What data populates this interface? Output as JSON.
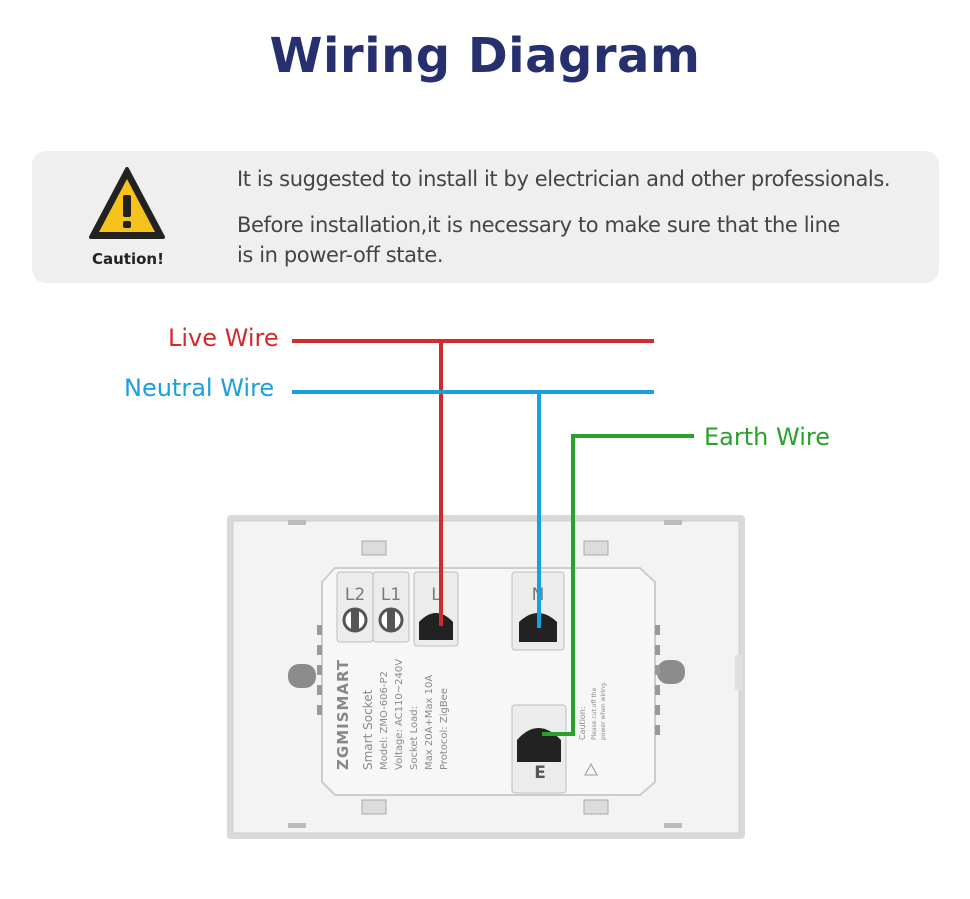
{
  "title": "Wiring Diagram",
  "caution": {
    "label": "Caution!",
    "line1": "It is suggested to install it by electrician and other professionals.",
    "line2": "Before installation,it is necessary to make sure that the line",
    "line3": "is in power-off state."
  },
  "wires": {
    "live": {
      "label": "Live Wire",
      "color": "#d22b2b"
    },
    "neutral": {
      "label": "Neutral Wire",
      "color": "#1aa0dc"
    },
    "earth": {
      "label": "Earth Wire",
      "color": "#2aa12a"
    }
  },
  "socket": {
    "terminals": [
      "L2",
      "L1",
      "L",
      "N",
      "E"
    ],
    "brand": "ZGMISMART",
    "specs": [
      "Smart Socket",
      "Model: ZMO-606-P2",
      "Voltage: AC110~240V",
      "Socket Load:",
      "Max 20A+Max 10A",
      "Protocol: ZigBee"
    ],
    "warning": [
      "Caution:",
      "Please cut off the",
      "power when wiring."
    ]
  }
}
